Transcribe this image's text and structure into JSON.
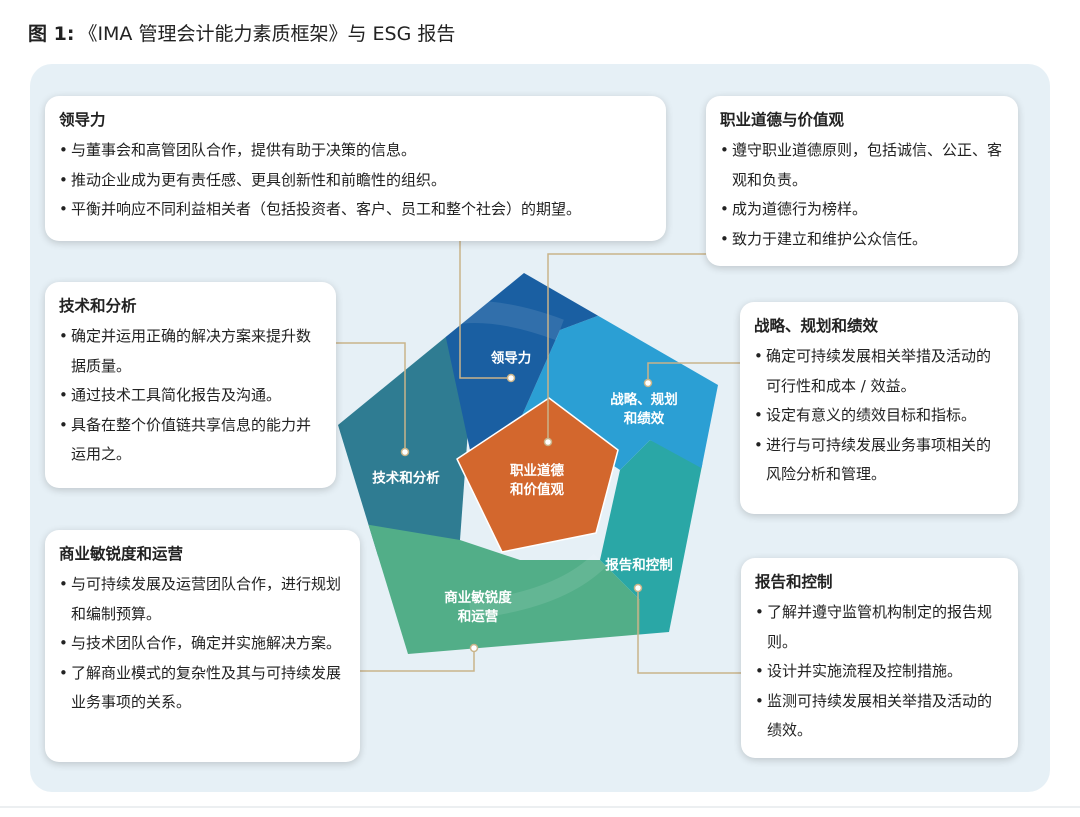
{
  "title": {
    "prefix": "图 1:",
    "text": "《IMA 管理会计能力素质框架》与 ESG 报告"
  },
  "colors": {
    "panel_bg": "#e6f0f6",
    "leadership": "#1a5fa2",
    "strategy": "#2b9fd4",
    "reporting": "#2aa7a6",
    "business": "#52ae88",
    "technology": "#2f7c92",
    "ethics": "#d3672d",
    "connector": "#c9b48a"
  },
  "segments": {
    "leadership": "领导力",
    "strategy": "战略、规划\n和绩效",
    "reporting": "报告和控制",
    "business": "商业敏锐度\n和运营",
    "technology": "技术和分析",
    "ethics": "职业道德\n和价值观"
  },
  "boxes": {
    "leadership": {
      "title": "领导力",
      "items": [
        "与董事会和高管团队合作，提供有助于决策的信息。",
        "推动企业成为更有责任感、更具创新性和前瞻性的组织。",
        "平衡并响应不同利益相关者（包括投资者、客户、员工和整个社会）的期望。"
      ]
    },
    "ethics": {
      "title": "职业道德与价值观",
      "items": [
        "遵守职业道德原则，包括诚信、公正、客观和负责。",
        "成为道德行为榜样。",
        "致力于建立和维护公众信任。"
      ]
    },
    "technology": {
      "title": "技术和分析",
      "items": [
        "确定并运用正确的解决方案来提升数据质量。",
        "通过技术工具简化报告及沟通。",
        "具备在整个价值链共享信息的能力并运用之。"
      ]
    },
    "strategy": {
      "title": "战略、规划和绩效",
      "items": [
        "确定可持续发展相关举措及活动的可行性和成本 / 效益。",
        "设定有意义的绩效目标和指标。",
        "进行与可持续发展业务事项相关的风险分析和管理。"
      ]
    },
    "business": {
      "title": "商业敏锐度和运营",
      "items": [
        "与可持续发展及运营团队合作，进行规划和编制预算。",
        "与技术团队合作，确定并实施解决方案。",
        "了解商业模式的复杂性及其与可持续发展业务事项的关系。"
      ]
    },
    "reporting": {
      "title": "报告和控制",
      "items": [
        "了解并遵守监管机构制定的报告规则。",
        "设计并实施流程及控制措施。",
        "监测可持续发展相关举措及活动的绩效。"
      ]
    }
  }
}
